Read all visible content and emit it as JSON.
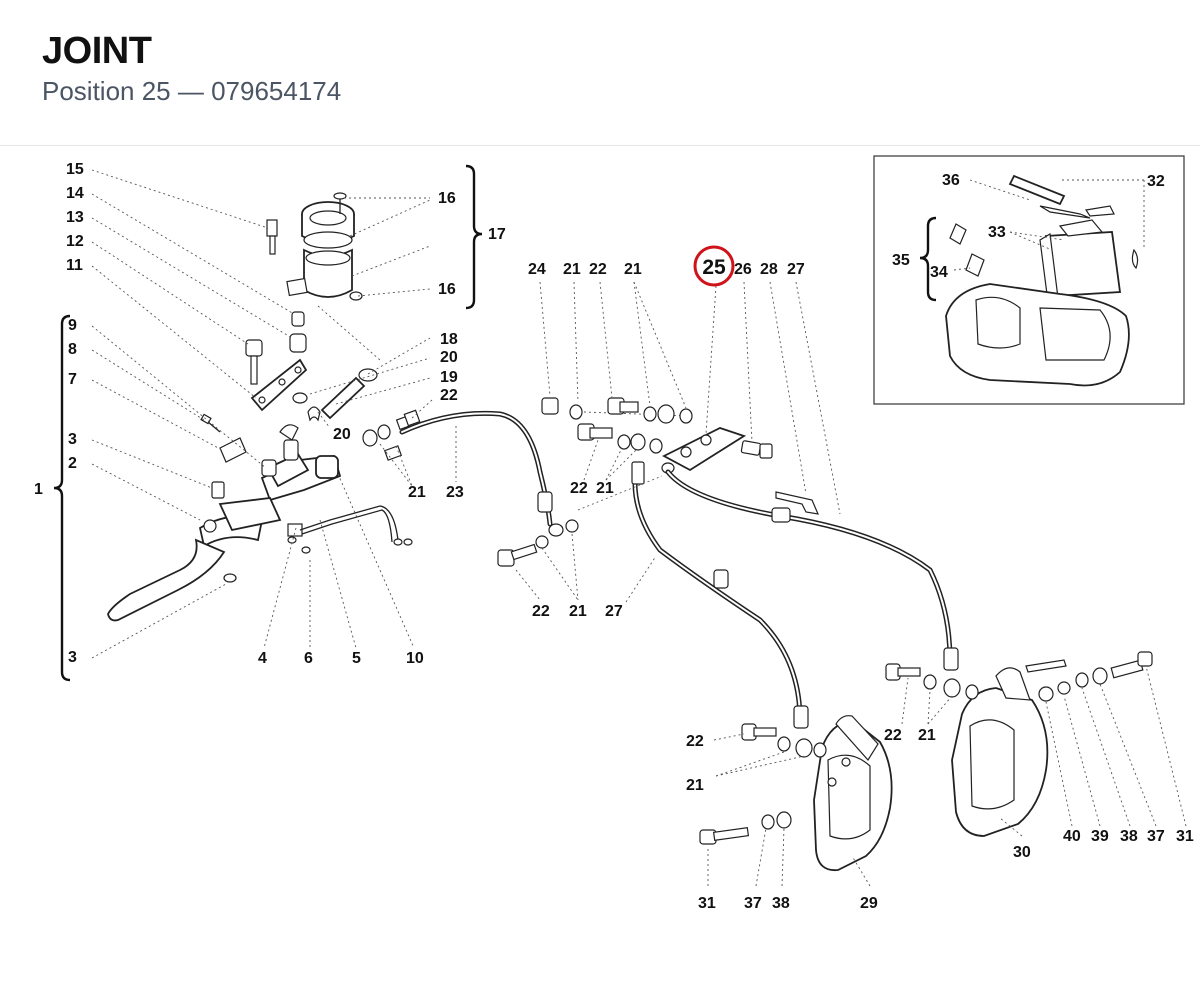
{
  "header": {
    "title": "JOINT",
    "subtitle": "Position 25 — 079654174"
  },
  "diagram": {
    "highlight_color": "#d0121b",
    "highlighted_position": "25",
    "labels": {
      "l15": "15",
      "l14": "14",
      "l13": "13",
      "l12": "12",
      "l11": "11",
      "l16a": "16",
      "l16b": "16",
      "l17": "17",
      "l9": "9",
      "l8": "8",
      "l7": "7",
      "l3a": "3",
      "l2": "2",
      "l1": "1",
      "l3b": "3",
      "l18": "18",
      "l20a": "20",
      "l19": "19",
      "l22a": "22",
      "l20b": "20",
      "l21a": "21",
      "l23": "23",
      "l4": "4",
      "l6": "6",
      "l5": "5",
      "l10": "10",
      "l24": "24",
      "l21b": "21",
      "l22b": "22",
      "l21c": "21",
      "l25": "25",
      "l26": "26",
      "l28": "28",
      "l27a": "27",
      "l22c": "22",
      "l21d": "21",
      "l22d": "22",
      "l21e": "21",
      "l27b": "27",
      "l36": "36",
      "l32": "32",
      "l33": "33",
      "l35": "35",
      "l34": "34",
      "l22e": "22",
      "l21f": "21",
      "l22f": "22",
      "l21g": "21",
      "l31a": "31",
      "l37a": "37",
      "l38a": "38",
      "l29": "29",
      "l30": "30",
      "l40": "40",
      "l39": "39",
      "l38b": "38",
      "l37b": "37",
      "l31b": "31"
    }
  }
}
